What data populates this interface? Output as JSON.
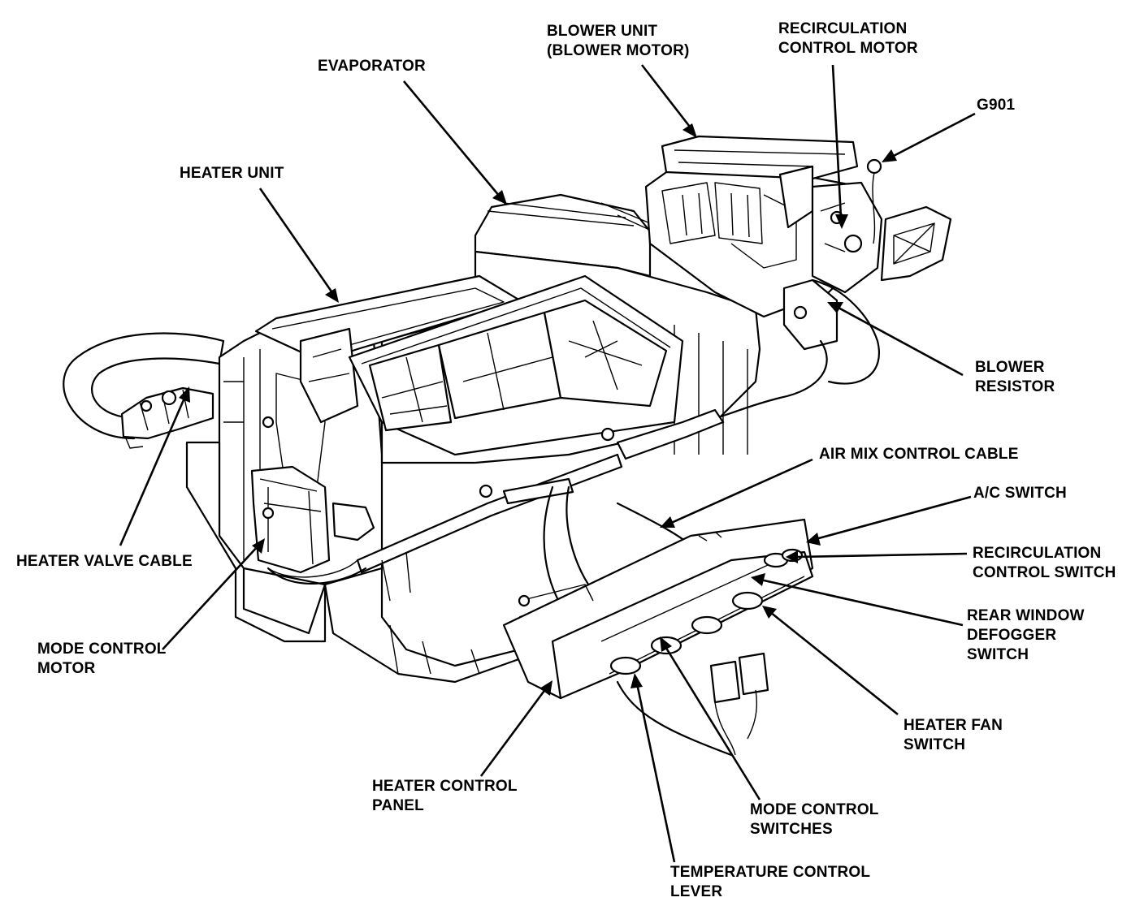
{
  "labels": {
    "blower_unit": [
      "BLOWER UNIT",
      "(BLOWER MOTOR)"
    ],
    "recirculation_control_motor": [
      "RECIRCULATION",
      "CONTROL MOTOR"
    ],
    "evaporator": "EVAPORATOR",
    "g901": "G901",
    "heater_unit": "HEATER UNIT",
    "blower_resistor": [
      "BLOWER",
      "RESISTOR"
    ],
    "air_mix_control_cable": "AIR MIX CONTROL CABLE",
    "ac_switch": "A/C SWITCH",
    "recirculation_control_switch": [
      "RECIRCULATION",
      "CONTROL SWITCH"
    ],
    "heater_valve_cable": "HEATER VALVE CABLE",
    "rear_window_defogger_switch": [
      "REAR WINDOW",
      "DEFOGGER",
      "SWITCH"
    ],
    "mode_control_motor": [
      "MODE CONTROL",
      "MOTOR"
    ],
    "heater_fan_switch": [
      "HEATER FAN",
      "SWITCH"
    ],
    "heater_control_panel": [
      "HEATER CONTROL",
      "PANEL"
    ],
    "mode_control_switches": [
      "MODE CONTROL",
      "SWITCHES"
    ],
    "temperature_control_lever": [
      "TEMPERATURE CONTROL",
      "LEVER"
    ]
  }
}
